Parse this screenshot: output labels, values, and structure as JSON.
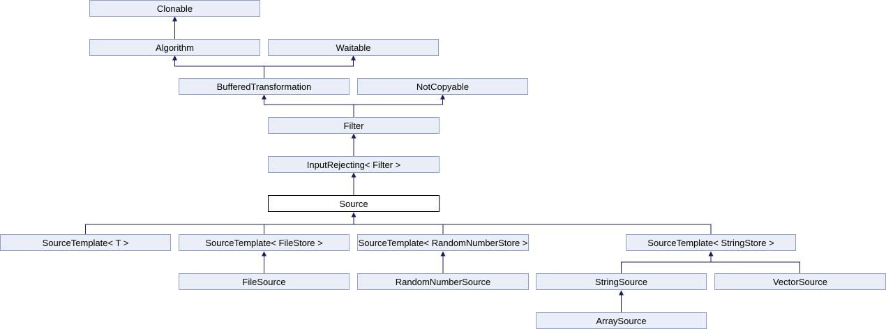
{
  "diagram": {
    "type": "class-inheritance-graph",
    "selected_class": "Source",
    "colors": {
      "node_fill": "#e9eef8",
      "node_border": "#919fc7",
      "edge_color": "#191970",
      "selected_fill": "#ffffff",
      "selected_border": "#000000",
      "text_color": "#000000",
      "bg_color": "#ffffff"
    },
    "nodes": {
      "clonable": {
        "label": "Clonable"
      },
      "algorithm": {
        "label": "Algorithm"
      },
      "waitable": {
        "label": "Waitable"
      },
      "buffered_transformation": {
        "label": "BufferedTransformation"
      },
      "not_copyable": {
        "label": "NotCopyable"
      },
      "filter": {
        "label": "Filter"
      },
      "input_rejecting_filter": {
        "label": "InputRejecting< Filter >"
      },
      "source": {
        "label": "Source"
      },
      "source_template_t": {
        "label": "SourceTemplate< T >"
      },
      "source_template_filestore": {
        "label": "SourceTemplate< FileStore >"
      },
      "source_template_randomnumberstore": {
        "label": "SourceTemplate< RandomNumberStore >"
      },
      "source_template_stringstore": {
        "label": "SourceTemplate< StringStore >"
      },
      "file_source": {
        "label": "FileSource"
      },
      "random_number_source": {
        "label": "RandomNumberSource"
      },
      "string_source": {
        "label": "StringSource"
      },
      "vector_source": {
        "label": "VectorSource"
      },
      "array_source": {
        "label": "ArraySource"
      }
    },
    "edges": [
      {
        "from": "Algorithm",
        "to": "Clonable"
      },
      {
        "from": "BufferedTransformation",
        "to": "Algorithm"
      },
      {
        "from": "BufferedTransformation",
        "to": "Waitable"
      },
      {
        "from": "Filter",
        "to": "BufferedTransformation"
      },
      {
        "from": "Filter",
        "to": "NotCopyable"
      },
      {
        "from": "InputRejecting< Filter >",
        "to": "Filter"
      },
      {
        "from": "Source",
        "to": "InputRejecting< Filter >"
      },
      {
        "from": "SourceTemplate< T >",
        "to": "Source"
      },
      {
        "from": "SourceTemplate< FileStore >",
        "to": "Source"
      },
      {
        "from": "SourceTemplate< RandomNumberStore >",
        "to": "Source"
      },
      {
        "from": "SourceTemplate< StringStore >",
        "to": "Source"
      },
      {
        "from": "FileSource",
        "to": "SourceTemplate< FileStore >"
      },
      {
        "from": "RandomNumberSource",
        "to": "SourceTemplate< RandomNumberStore >"
      },
      {
        "from": "StringSource",
        "to": "SourceTemplate< StringStore >"
      },
      {
        "from": "VectorSource",
        "to": "SourceTemplate< StringStore >"
      },
      {
        "from": "ArraySource",
        "to": "StringSource"
      }
    ]
  }
}
